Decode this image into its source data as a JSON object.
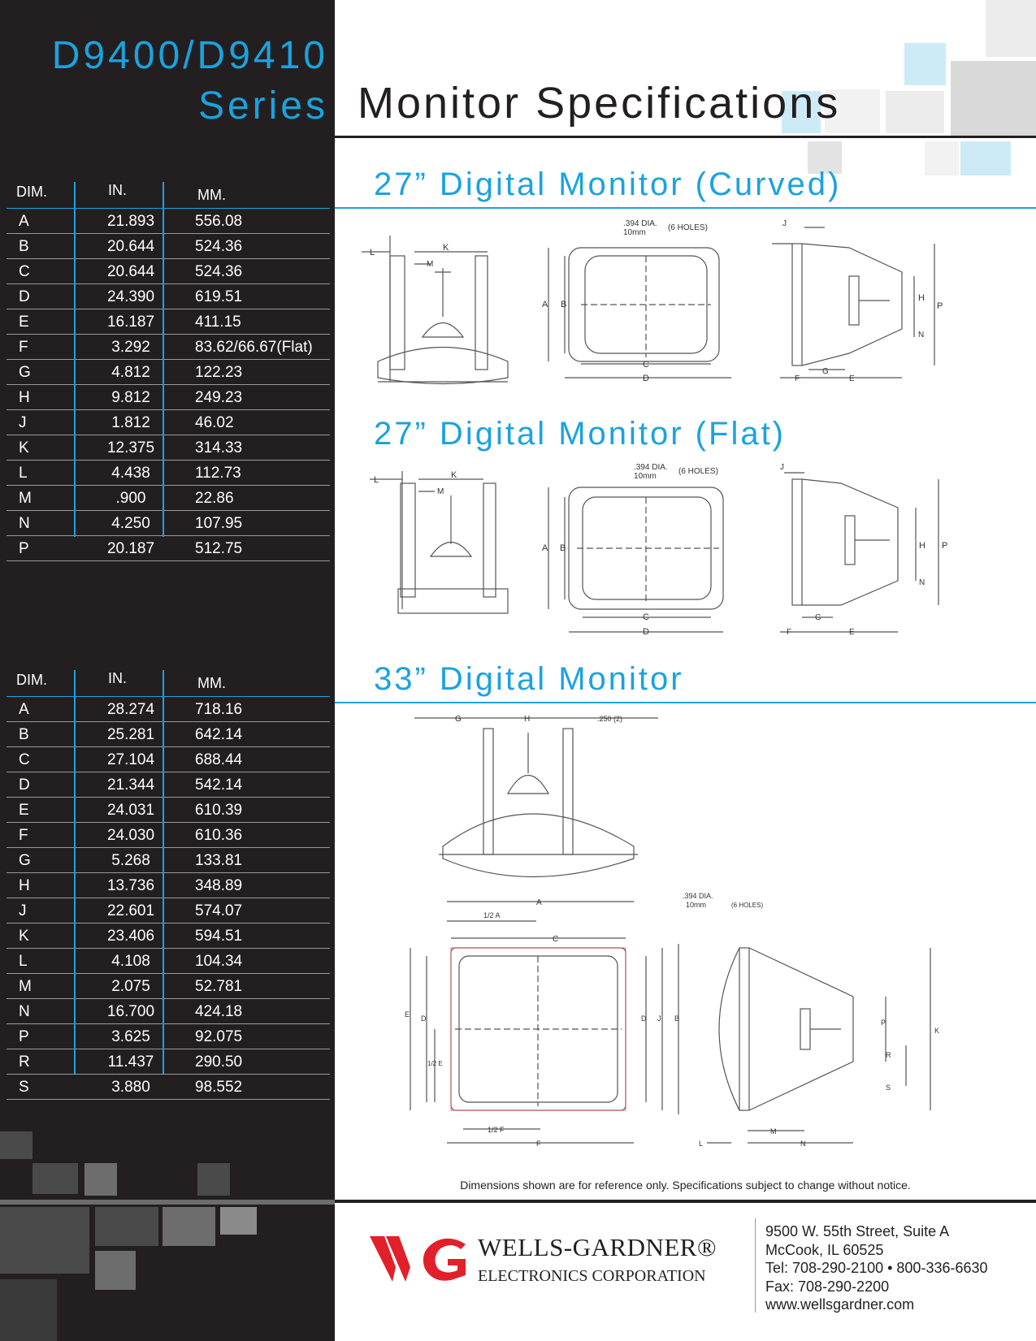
{
  "sidebar": {
    "series_line1": "D9400/D9410",
    "series_line2": "Series"
  },
  "header": {
    "title": "Monitor Specifications"
  },
  "table_27": {
    "headers": [
      "DIM.",
      "IN.",
      "MM."
    ],
    "rows": [
      [
        "A",
        "21.893",
        "556.08"
      ],
      [
        "B",
        "20.644",
        "524.36"
      ],
      [
        "C",
        "20.644",
        "524.36"
      ],
      [
        "D",
        "24.390",
        "619.51"
      ],
      [
        "E",
        "16.187",
        "411.15"
      ],
      [
        "F",
        "3.292",
        "83.62/66.67(Flat)"
      ],
      [
        "G",
        "4.812",
        "122.23"
      ],
      [
        "H",
        "9.812",
        "249.23"
      ],
      [
        "J",
        "1.812",
        "46.02"
      ],
      [
        "K",
        "12.375",
        "314.33"
      ],
      [
        "L",
        "4.438",
        "112.73"
      ],
      [
        "M",
        ".900",
        "22.86"
      ],
      [
        "N",
        "4.250",
        "107.95"
      ],
      [
        "P",
        "20.187",
        "512.75"
      ]
    ]
  },
  "table_33": {
    "headers": [
      "DIM.",
      "IN.",
      "MM."
    ],
    "rows": [
      [
        "A",
        "28.274",
        "718.16"
      ],
      [
        "B",
        "25.281",
        "642.14"
      ],
      [
        "C",
        "27.104",
        "688.44"
      ],
      [
        "D",
        "21.344",
        "542.14"
      ],
      [
        "E",
        "24.031",
        "610.39"
      ],
      [
        "F",
        "24.030",
        "610.36"
      ],
      [
        "G",
        "5.268",
        "133.81"
      ],
      [
        "H",
        "13.736",
        "348.89"
      ],
      [
        "J",
        "22.601",
        "574.07"
      ],
      [
        "K",
        "23.406",
        "594.51"
      ],
      [
        "L",
        "4.108",
        "104.34"
      ],
      [
        "M",
        "2.075",
        "52.781"
      ],
      [
        "N",
        "16.700",
        "424.18"
      ],
      [
        "P",
        "3.625",
        "92.075"
      ],
      [
        "R",
        "11.437",
        "290.50"
      ],
      [
        "S",
        "3.880",
        "98.552"
      ]
    ]
  },
  "sections": {
    "curved": "27” Digital Monitor (Curved)",
    "flat": "27” Digital Monitor (Flat)",
    "d33": "33” Digital Monitor"
  },
  "drawing_labels": {
    "holes_dia": ".394 DIA.",
    "holes_mm": "10mm",
    "holes_count": "(6 HOLES)",
    "holes_count_33": "(6 HOLES)",
    "gap_33": ".250 (2)",
    "half_a": "1/2 A",
    "half_f": "1/2 F",
    "half_e": "1/2 E"
  },
  "footer": {
    "notice": "Dimensions shown are for reference only. Specifications subject to change without notice.",
    "company": "WELLS-GARDNER®",
    "company_sub": "ELECTRONICS CORPORATION",
    "address1": "9500 W. 55th Street, Suite A",
    "address2": "McCook, IL 60525",
    "phone": "Tel: 708-290-2100 • 800-336-6630",
    "fax": "Fax: 708-290-2200",
    "web": "www.wellsgardner.com"
  },
  "colors": {
    "accent": "#1aa3df",
    "dark": "#231f20",
    "logo_red": "#e2202a"
  }
}
